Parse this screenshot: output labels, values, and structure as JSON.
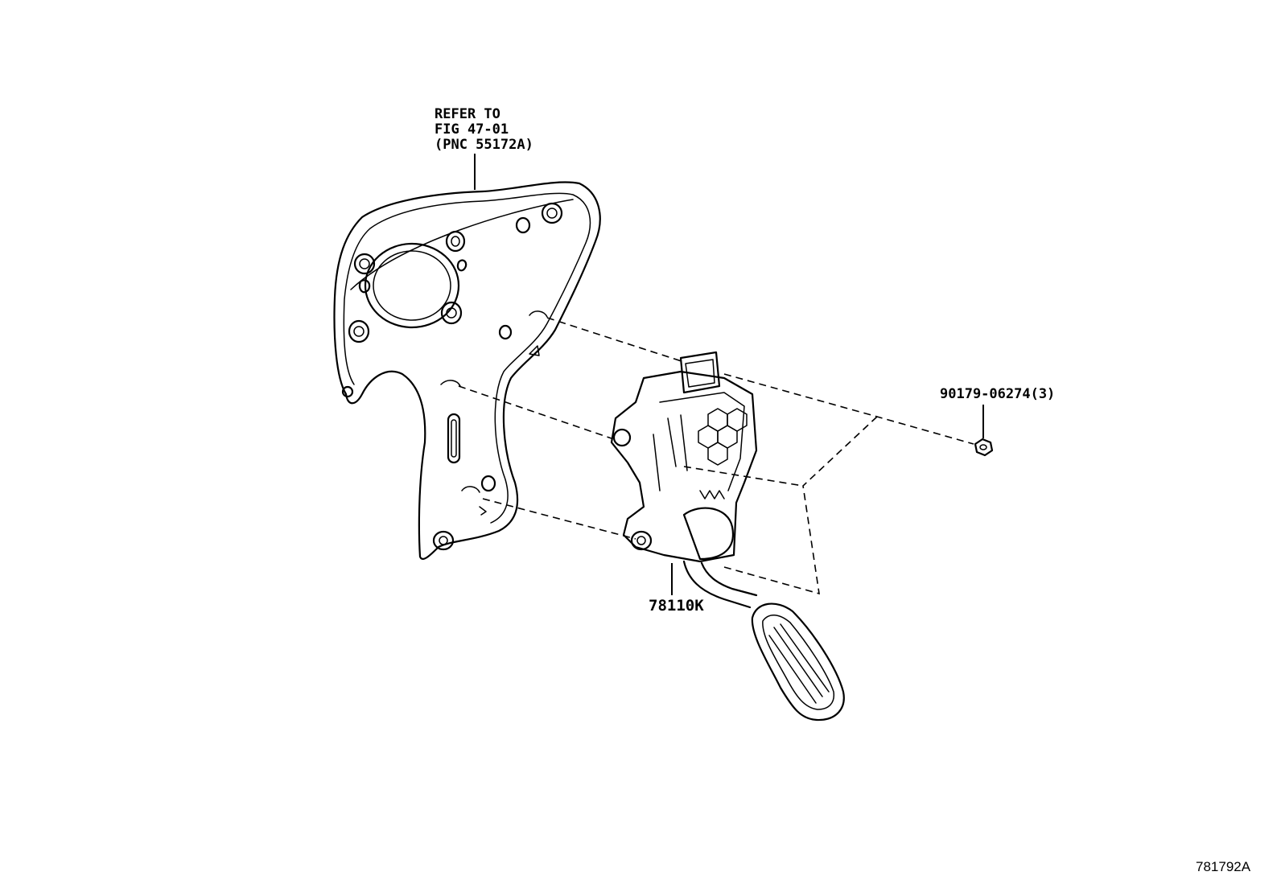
{
  "diagram": {
    "callouts": {
      "bracket_ref": [
        "REFER TO",
        "FIG 47-01",
        "(PNC 55172A)"
      ],
      "pedal_part": "78110K",
      "nut_part": "90179-06274(3)"
    },
    "figure_id": "781792A"
  }
}
